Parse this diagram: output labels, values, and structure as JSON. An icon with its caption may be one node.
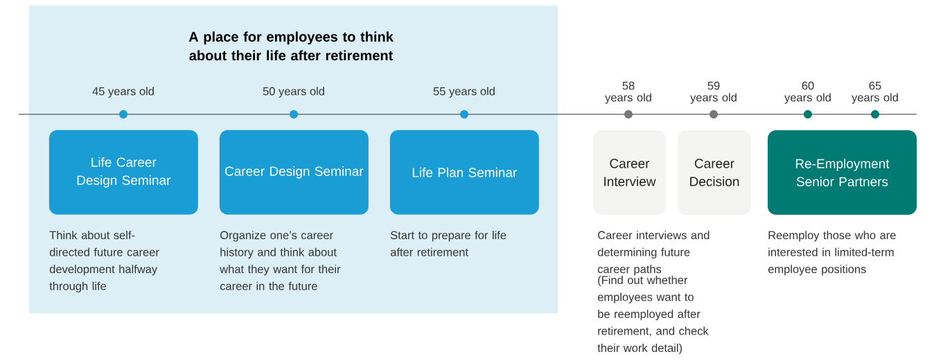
{
  "diagram": {
    "nodes": [
      {
        "text": [
          "A place for employees to think about their life after retirement"
        ]
      },
      {
        "text": [
          "Life Career Design Seminar"
        ],
        "in": 0,
        "beside": [
          "Think about self-directed future career development halfway through life"
        ]
      },
      {
        "text": [
          "Career Design Seminar"
        ],
        "in": 0,
        "beside": [
          "Organize one’s career history and think about what they want for their career in the future"
        ]
      },
      {
        "text": [
          "Life Plan Seminar"
        ],
        "in": 0,
        "beside": [
          "Start to prepare for life after retirement"
        ]
      },
      {
        "text": [
          "Career Interview"
        ],
        "beside": [
          "Career interviews and determining future career paths",
          "(Find out whether employees want to be reemployed after retirement, and check their work detail)"
        ]
      },
      {
        "text": [
          "Career Decision"
        ]
      },
      {
        "text": [
          "Re-Employment Senior Partners"
        ],
        "beside": [
          "Reemploy those who are interested in limited-term employee positions"
        ]
      }
    ],
    "labels": [
      "45 years old",
      "50 years old",
      "55 years old",
      "58 years old",
      "59 years old",
      "60 years old",
      "65 years old"
    ]
  }
}
